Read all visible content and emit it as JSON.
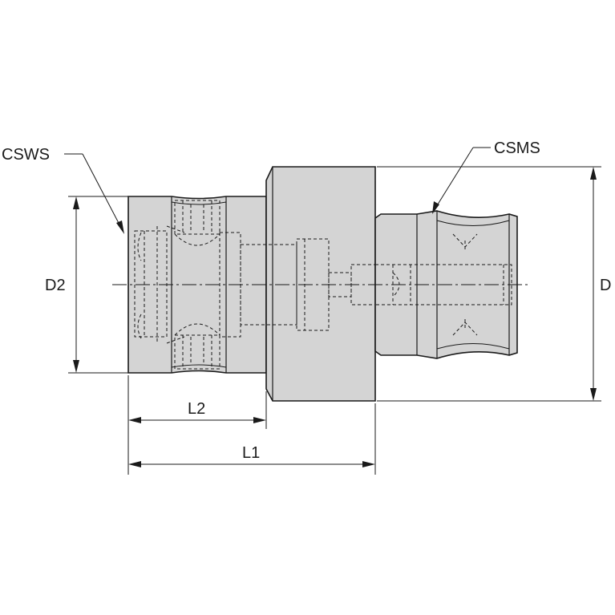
{
  "labels": {
    "csws": "CSWS",
    "csms": "CSMS",
    "d2": "D2",
    "d": "D",
    "l2": "L2",
    "l1": "L1"
  },
  "colors": {
    "body": "#d4d4d4",
    "line": "#1a1a1a",
    "background": "#ffffff"
  }
}
